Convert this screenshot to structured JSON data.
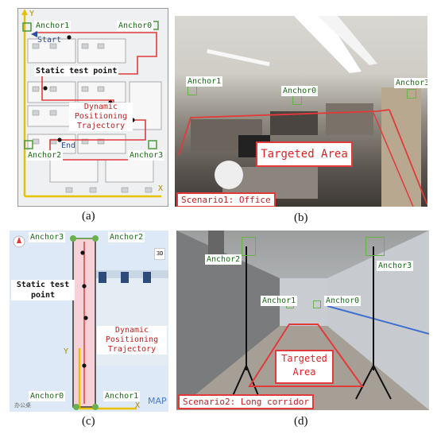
{
  "panel_a": {
    "label": "(a)",
    "anchors": [
      "Anchor1",
      "Anchor0",
      "Anchor2",
      "Anchor3"
    ],
    "start": "Start",
    "end": "End",
    "static_label": "Static test point",
    "dynamic_label_1": "Dynamic",
    "dynamic_label_2": "Positioning",
    "dynamic_label_3": "Trajectory",
    "axis_x": "X",
    "axis_y": "Y"
  },
  "panel_b": {
    "label": "(b)",
    "anchors": [
      "Anchor1",
      "Anchor0",
      "Anchor3"
    ],
    "area": "Targeted Area",
    "scenario": "Scenario1: Office"
  },
  "panel_c": {
    "label": "(c)",
    "anchors": [
      "Anchor3",
      "Anchor2",
      "Anchor0",
      "Anchor1"
    ],
    "static_label_1": "Static test",
    "static_label_2": "point",
    "dynamic_label_1": "Dynamic",
    "dynamic_label_2": "Positioning",
    "dynamic_label_3": "Trajectory",
    "axis_x": "X",
    "axis_y": "Y",
    "map_logo": "MAP",
    "map_text": "办公桌",
    "map_btn": "3D"
  },
  "panel_d": {
    "label": "(d)",
    "anchors": [
      "Anchor2",
      "Anchor3",
      "Anchor1",
      "Anchor0"
    ],
    "area_1": "Targeted",
    "area_2": "Area",
    "scenario": "Scenario2: Long corridor"
  },
  "colors": {
    "red": "#e23a3a",
    "green": "#6ab04c",
    "yellow": "#e6c200",
    "blue": "#2a4fa0"
  }
}
